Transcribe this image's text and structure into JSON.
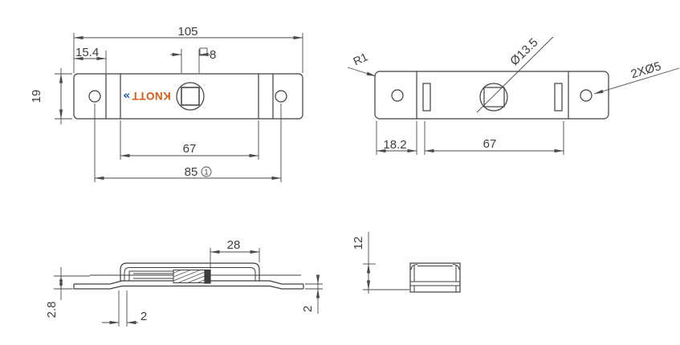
{
  "brand": {
    "name": "KNOTT",
    "mark": "»",
    "orange": "#d95a15",
    "blue": "#1b52a0"
  },
  "colors": {
    "background": "#ffffff",
    "geometry_line": "#3e3e3e",
    "dimension_line": "#4a4a4a"
  },
  "front_view": {
    "dim_overall_width": "105",
    "dim_left_offset": "15.4",
    "dim_height": "19",
    "dim_square_hole": "8",
    "dim_inner_width": "67",
    "dim_hole_spacing": "85",
    "note_number": "1"
  },
  "top_view": {
    "label_corner_radius": "R1",
    "label_center_hole": "Ø13.5",
    "label_end_holes": "2XØ5",
    "dim_end_offset": "18.2",
    "dim_inner_width": "67"
  },
  "side_view": {
    "dim_slider_length": "28",
    "dim_tab_offset": "2.8",
    "dim_bend_width": "2",
    "dim_thickness": "2"
  },
  "end_view": {
    "dim_height": "12"
  }
}
